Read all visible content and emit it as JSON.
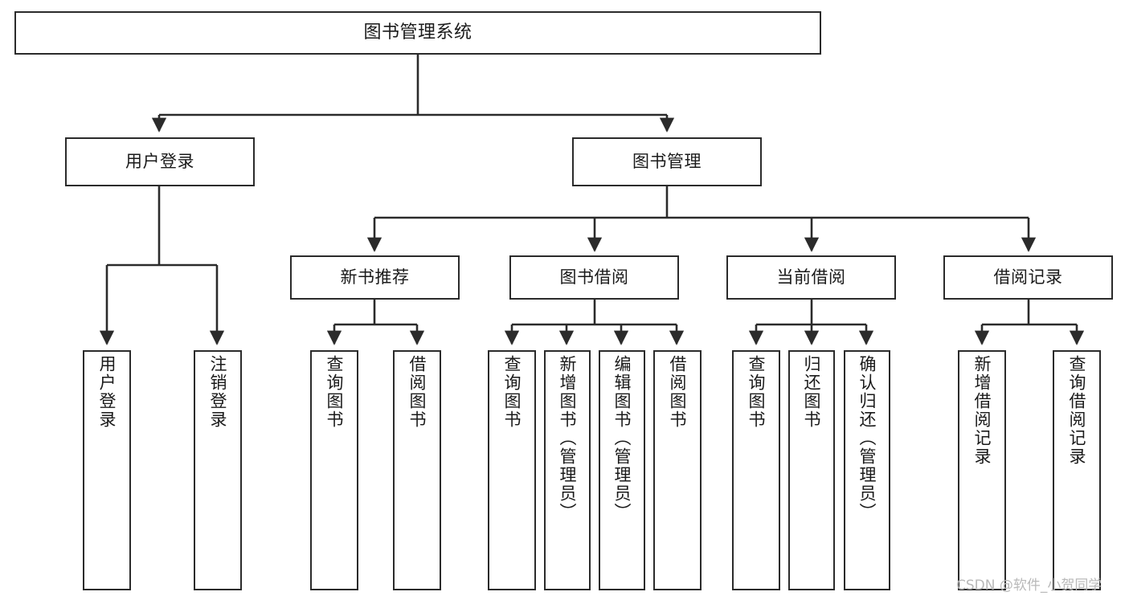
{
  "diagram": {
    "type": "tree",
    "title": "图书管理系统",
    "orientation": "top-down",
    "colors": {
      "box_border": "#2b2b2b",
      "box_fill": "#ffffff",
      "connector": "#2b2b2b",
      "text": "#1a1a1a",
      "watermark": "#b9b9b9",
      "background": "#ffffff"
    }
  },
  "watermark": {
    "text": "CSDN @软件_小贺同学"
  },
  "nodes": {
    "root": {
      "label": "图书管理系统"
    },
    "level2": [
      {
        "label": "用户登录"
      },
      {
        "label": "图书管理"
      }
    ],
    "level3": [
      {
        "label": "新书推荐"
      },
      {
        "label": "图书借阅"
      },
      {
        "label": "当前借阅"
      },
      {
        "label": "借阅记录"
      }
    ],
    "leaves": {
      "user_login": [
        {
          "label": "用户登录"
        },
        {
          "label": "注销登录"
        }
      ],
      "new_book_recommend": [
        {
          "label": "查询图书"
        },
        {
          "label": "借阅图书"
        }
      ],
      "book_borrow": [
        {
          "label": "查询图书"
        },
        {
          "label": "新增图书（管理员）"
        },
        {
          "label": "编辑图书（管理员）"
        },
        {
          "label": "借阅图书"
        }
      ],
      "current_borrow": [
        {
          "label": "查询图书"
        },
        {
          "label": "归还图书"
        },
        {
          "label": "确认归还（管理员）"
        }
      ],
      "borrow_record": [
        {
          "label": "新增借阅记录"
        },
        {
          "label": "查询借阅记录"
        }
      ]
    }
  }
}
